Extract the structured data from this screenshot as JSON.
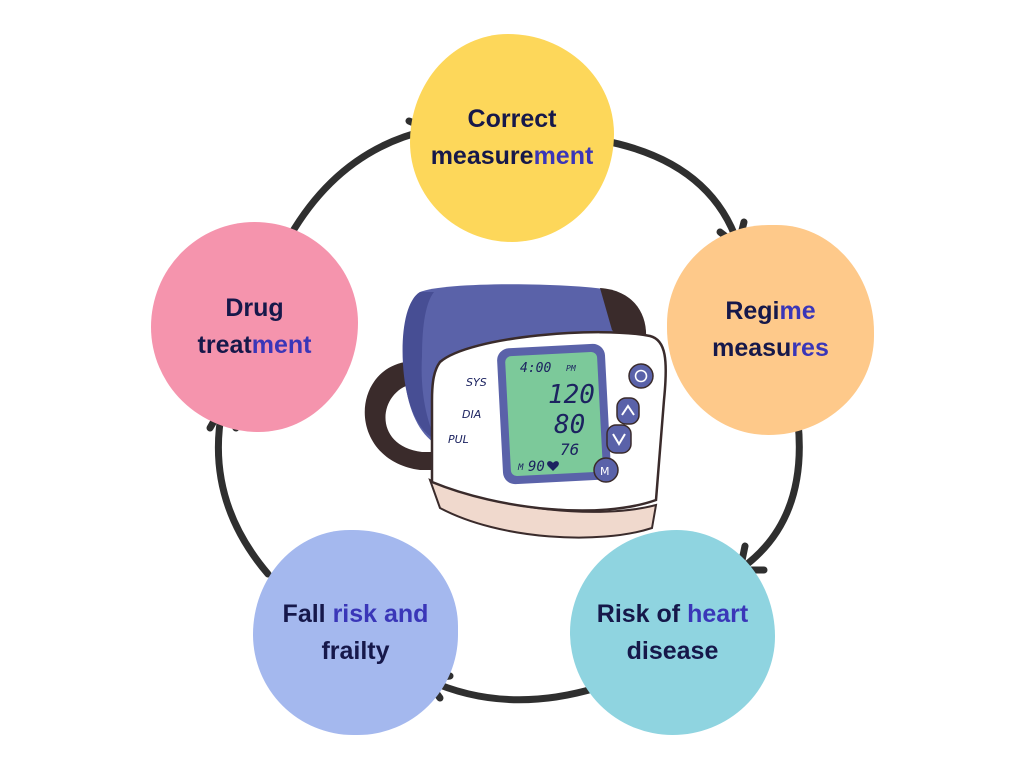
{
  "nodes": {
    "correct_measurement": {
      "line1": "Correct",
      "line2a": "measure",
      "line2b": "ment",
      "color": "#fdd75a"
    },
    "regime_measures": {
      "line1a": "Regi",
      "line1b": "me",
      "line2a": "measu",
      "line2b": "res",
      "color": "#fec98a"
    },
    "risk_heart_disease": {
      "line1a": "Risk of ",
      "line1b": "heart",
      "line2": "disease",
      "color": "#8fd4e0"
    },
    "fall_risk_frailty": {
      "line1a": "Fall ",
      "line1b": "risk ",
      "line1c": "and",
      "line2": "frailty",
      "color": "#a4b8ee"
    },
    "drug_treatment": {
      "line1": "Drug",
      "line2a": "treat",
      "line2b": "ment",
      "color": "#f594ad"
    }
  },
  "monitor": {
    "time": "4:00",
    "ampm": "PM",
    "sys_label": "SYS",
    "dia_label": "DIA",
    "pul_label": "PUL",
    "sys_value": "120",
    "dia_value": "80",
    "pul_value": "76",
    "memory_label": "M",
    "memory_value": "90",
    "colors": {
      "cuff": "#5a62a9",
      "screen": "#7cc99a",
      "body": "#ffffff",
      "base": "#f0d9cd",
      "outline": "#3a2b2b"
    }
  },
  "arrows": {
    "color": "#2f2f2f"
  }
}
